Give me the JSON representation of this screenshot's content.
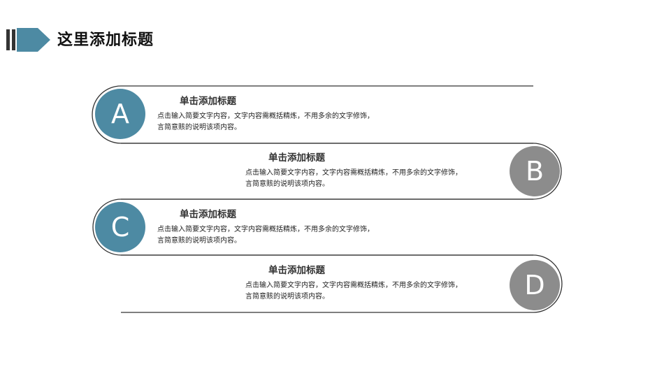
{
  "header": {
    "title": "这里添加标题",
    "accent_color": "#4d8aa3",
    "bar_color": "#333333"
  },
  "items": [
    {
      "letter": "A",
      "title": "单击添加标题",
      "desc_line1": "点击输入简要文字内容，文字内容需概括精炼，不用多余的文字修饰，",
      "desc_line2": "言简意赅的说明该项内容。",
      "color": "#4d8aa3"
    },
    {
      "letter": "B",
      "title": "单击添加标题",
      "desc_line1": "点击输入简要文字内容，文字内容需概括精炼，不用多余的文字修饰，",
      "desc_line2": "言简意赅的说明该项内容。",
      "color": "#8c8c8c"
    },
    {
      "letter": "C",
      "title": "单击添加标题",
      "desc_line1": "点击输入简要文字内容，文字内容需概括精炼，不用多余的文字修饰，",
      "desc_line2": "言简意赅的说明该项内容。",
      "color": "#4d8aa3"
    },
    {
      "letter": "D",
      "title": "单击添加标题",
      "desc_line1": "点击输入简要文字内容，文字内容需概括精炼，不用多余的文字修饰，",
      "desc_line2": "言简意赅的说明该项内容。",
      "color": "#8c8c8c"
    }
  ]
}
